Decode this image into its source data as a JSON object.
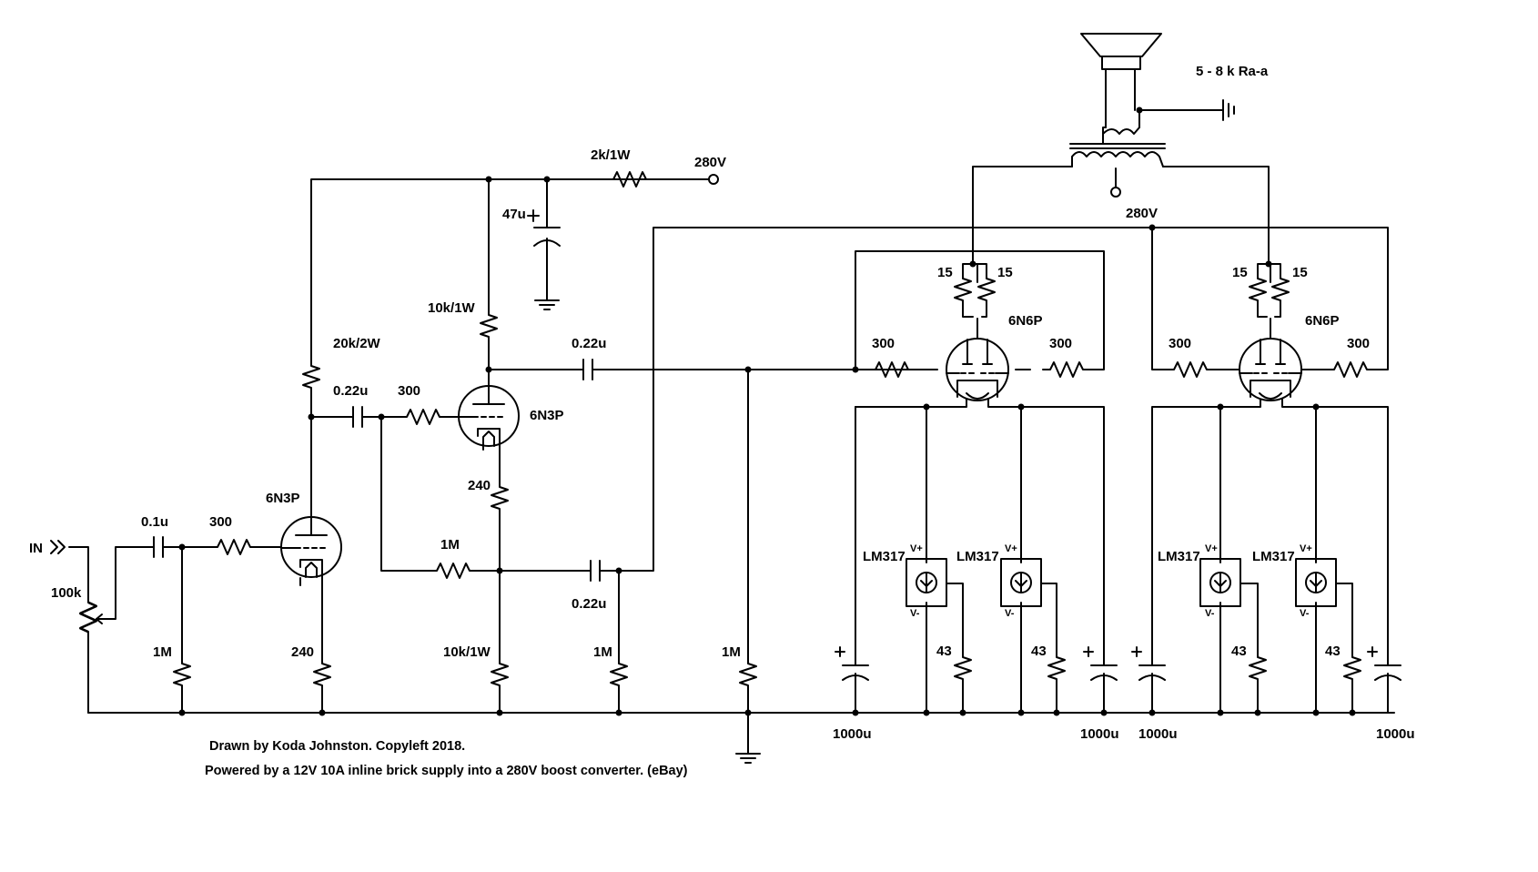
{
  "labels": {
    "input": "IN",
    "pot_100k": "100k",
    "c_in": "0.1u",
    "r_grid1": "300",
    "r_in_1M": "1M",
    "tube1": "6N3P",
    "r_cath1": "240",
    "r_plate1": "20k/2W",
    "c_coupling1": "0.22u",
    "r_grid2": "300",
    "tube2": "6N3P",
    "r_plate2": "10k/1W",
    "r_cath2": "240",
    "r_fb_1M": "1M",
    "r_cath2_load": "10k/1W",
    "c_out_lower": "0.22u",
    "r_lower_1M": "1M",
    "c_out_upper": "0.22u",
    "r_bias_1M": "1M",
    "r_supply": "2k/1W",
    "supply_top": "280V",
    "c_filter": "47u",
    "supply_rail": "280V",
    "speaker_note": "5 - 8 k Ra-a",
    "output_tube": "6N6P",
    "screen_res": "15",
    "grid_res": "300",
    "regulator": "LM317",
    "v_plus": "V+",
    "v_minus": "V-",
    "set_res": "43",
    "bypass_cap": "1000u",
    "credit_line1": "Drawn by Koda Johnston. Copyleft 2018.",
    "credit_line2": "Powered by a 12V 10A inline brick supply into a 280V boost converter. (eBay)"
  }
}
